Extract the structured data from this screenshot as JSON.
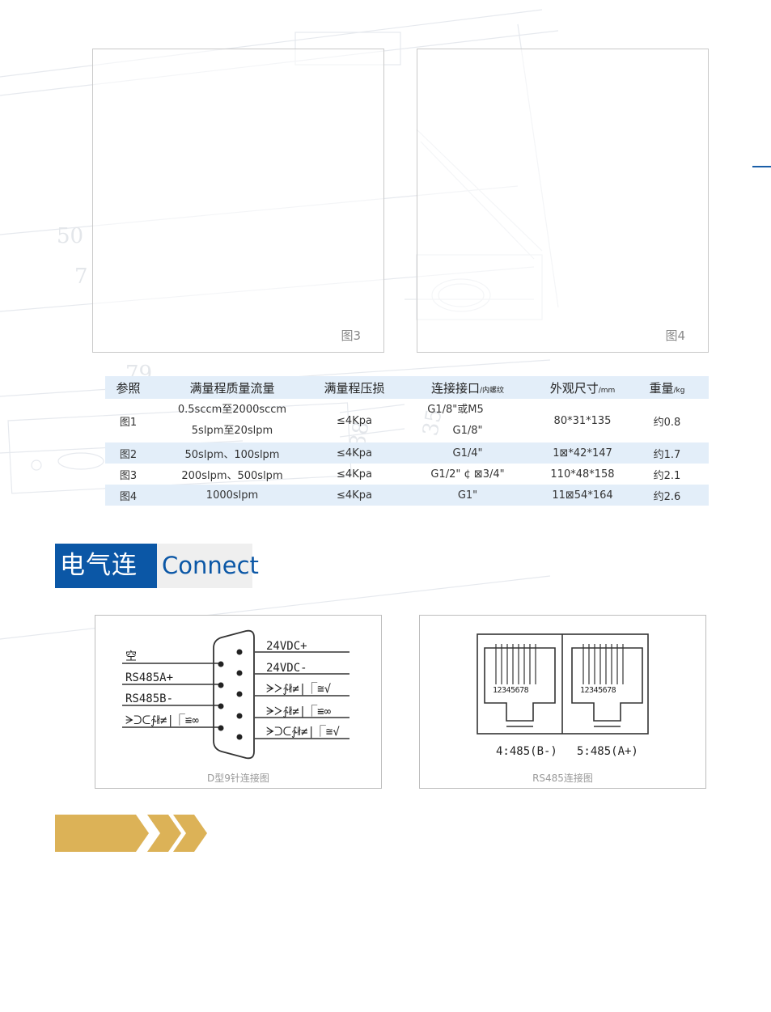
{
  "figures": {
    "fig3": {
      "label": "图3"
    },
    "fig4": {
      "label": "图4"
    }
  },
  "background_numbers": [
    "50",
    "7",
    "79",
    "38",
    "35"
  ],
  "table": {
    "headers": [
      {
        "text": "参照",
        "unit": ""
      },
      {
        "text": "满量程质量流量",
        "unit": ""
      },
      {
        "text": "满量程压损",
        "unit": ""
      },
      {
        "text": "连接接口",
        "unit": "/内螺纹"
      },
      {
        "text": "外观尺寸",
        "unit": "/mm"
      },
      {
        "text": "重量",
        "unit": "/kg"
      }
    ],
    "rows": [
      {
        "ref": "图1",
        "flow_line1": "0.5sccm至2000sccm",
        "flow_line2": "5slpm至20slpm",
        "pressure": "≤4Kpa",
        "port_line1": "G1/8\"或M5",
        "port_line2": "G1/8\"",
        "size": "80*31*135",
        "weight": "约0.8"
      },
      {
        "ref": "图2",
        "flow": "50slpm、100slpm",
        "pressure": "≤4Kpa",
        "port": "G1/4\"",
        "size": "1⊠*42*147",
        "weight": "约1.7"
      },
      {
        "ref": "图3",
        "flow": "200slpm、500slpm",
        "pressure": "≤4Kpa",
        "port": "G1/2\" ¢ ⊠3/4\"",
        "size": "110*48*158",
        "weight": "约2.1"
      },
      {
        "ref": "图4",
        "flow": "1000slpm",
        "pressure": "≤4Kpa",
        "port": "G1\"",
        "size": "11⊠54*164",
        "weight": "约2.6"
      }
    ]
  },
  "section": {
    "title_cn": "电气连接",
    "title_en": "Connect"
  },
  "dsub": {
    "left_labels": [
      "空",
      "RS485A+",
      "RS485B-",
      "ᗒᑐᑕ∱∦≠|⎾≌∞"
    ],
    "right_labels": [
      "24VDC+",
      "24VDC-",
      "ᗒᐳ∱∦≠|⎾≅√",
      "ᗒᐳ∱∦≠|⎾≌∞",
      "ᗒᑐᑕ∱∦≠|⎾≅√"
    ],
    "caption": "D型9针连接图"
  },
  "rj45": {
    "pin_numbers": "12345678",
    "labels": [
      "4:485(B-)",
      "5:485(A+)"
    ],
    "caption": "RS485连接图"
  },
  "colors": {
    "brand_blue": "#0b57a6",
    "table_band": "#e3eef9",
    "gold": "#dcb257"
  }
}
